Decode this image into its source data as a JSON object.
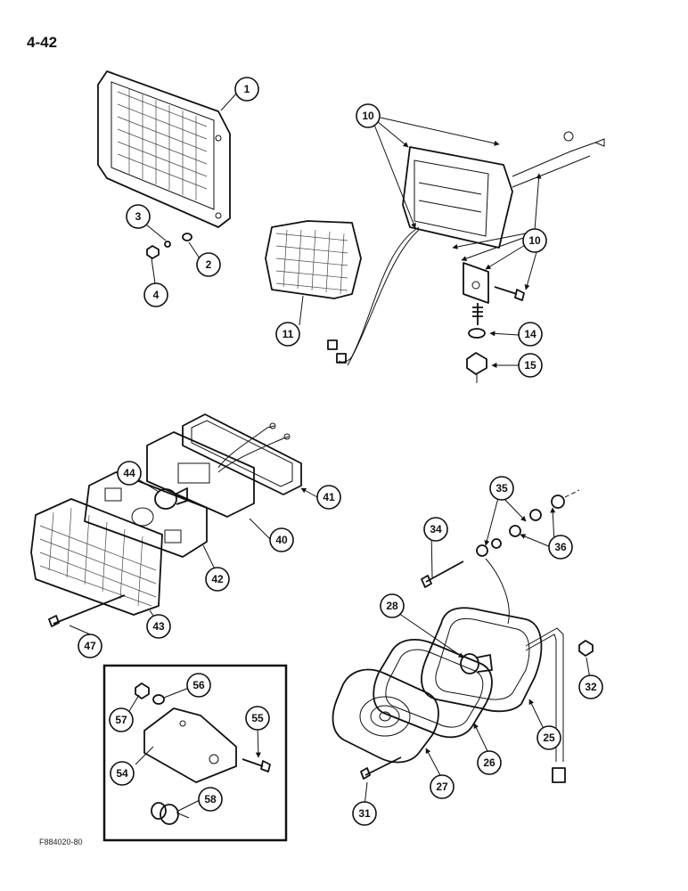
{
  "page": {
    "number": "4-42",
    "figure_code": "F884020-80"
  },
  "callouts": [
    "1",
    "2",
    "3",
    "4",
    "10",
    "10",
    "10",
    "11",
    "14",
    "15",
    "44",
    "41",
    "40",
    "42",
    "43",
    "47",
    "34",
    "35",
    "36",
    "28",
    "32",
    "25",
    "26",
    "27",
    "31",
    "56",
    "57",
    "55",
    "54",
    "58"
  ]
}
